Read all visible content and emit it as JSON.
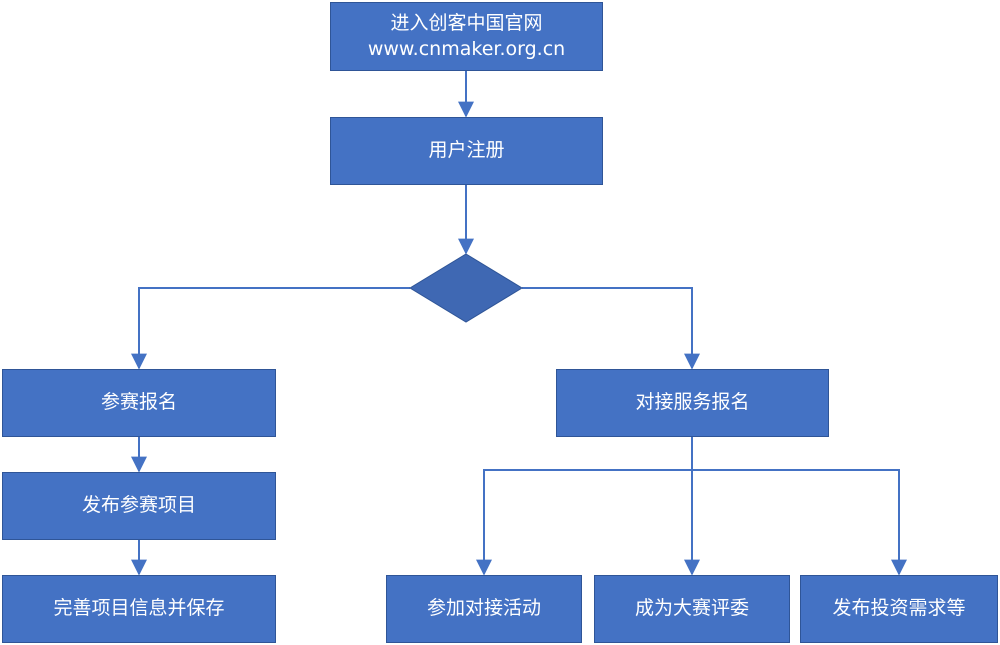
{
  "flowchart": {
    "start": {
      "line1": "进入创客中国官网",
      "line2": "www.cnmaker.org.cn"
    },
    "register": "用户注册",
    "decision": "",
    "left_branch": {
      "signup": "参赛报名",
      "publish_project": "发布参赛项目",
      "complete_info": "完善项目信息并保存"
    },
    "right_branch": {
      "signup": "对接服务报名",
      "options": [
        "参加对接活动",
        "成为大赛评委",
        "发布投资需求等"
      ]
    },
    "colors": {
      "box_fill": "#4472c4",
      "box_border": "#2f5597",
      "diamond_fill": "#3f68b3",
      "connector": "#4472c4",
      "text": "#ffffff"
    }
  }
}
